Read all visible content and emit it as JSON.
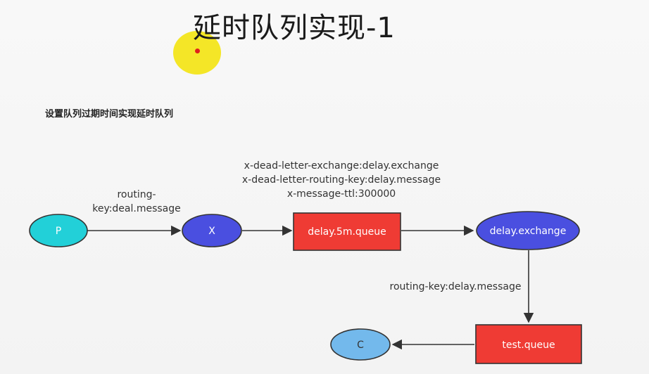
{
  "slide": {
    "title": "延时队列实现-1",
    "subtitle": "设置队列过期时间实现延时队列"
  },
  "colors": {
    "producer": "#22d0d8",
    "exchange": "#4a4fe0",
    "queue": "#ef3b34",
    "consumer": "#73b9ec",
    "edge": "#333333",
    "highlight": "#f3e51b"
  },
  "nodes": {
    "producer": "P",
    "exchange_x": "X",
    "delay_queue": "delay.5m.queue",
    "delay_exchange": "delay.exchange",
    "test_queue": "test.queue",
    "consumer": "C"
  },
  "edges": {
    "p_to_x_line1": "routing-",
    "p_to_x_line2": "key:deal.message",
    "queue_args": [
      "x-dead-letter-exchange:delay.exchange",
      "x-dead-letter-routing-key:delay.message",
      "x-message-ttl:300000"
    ],
    "exchange_to_test": "routing-key:delay.message"
  }
}
